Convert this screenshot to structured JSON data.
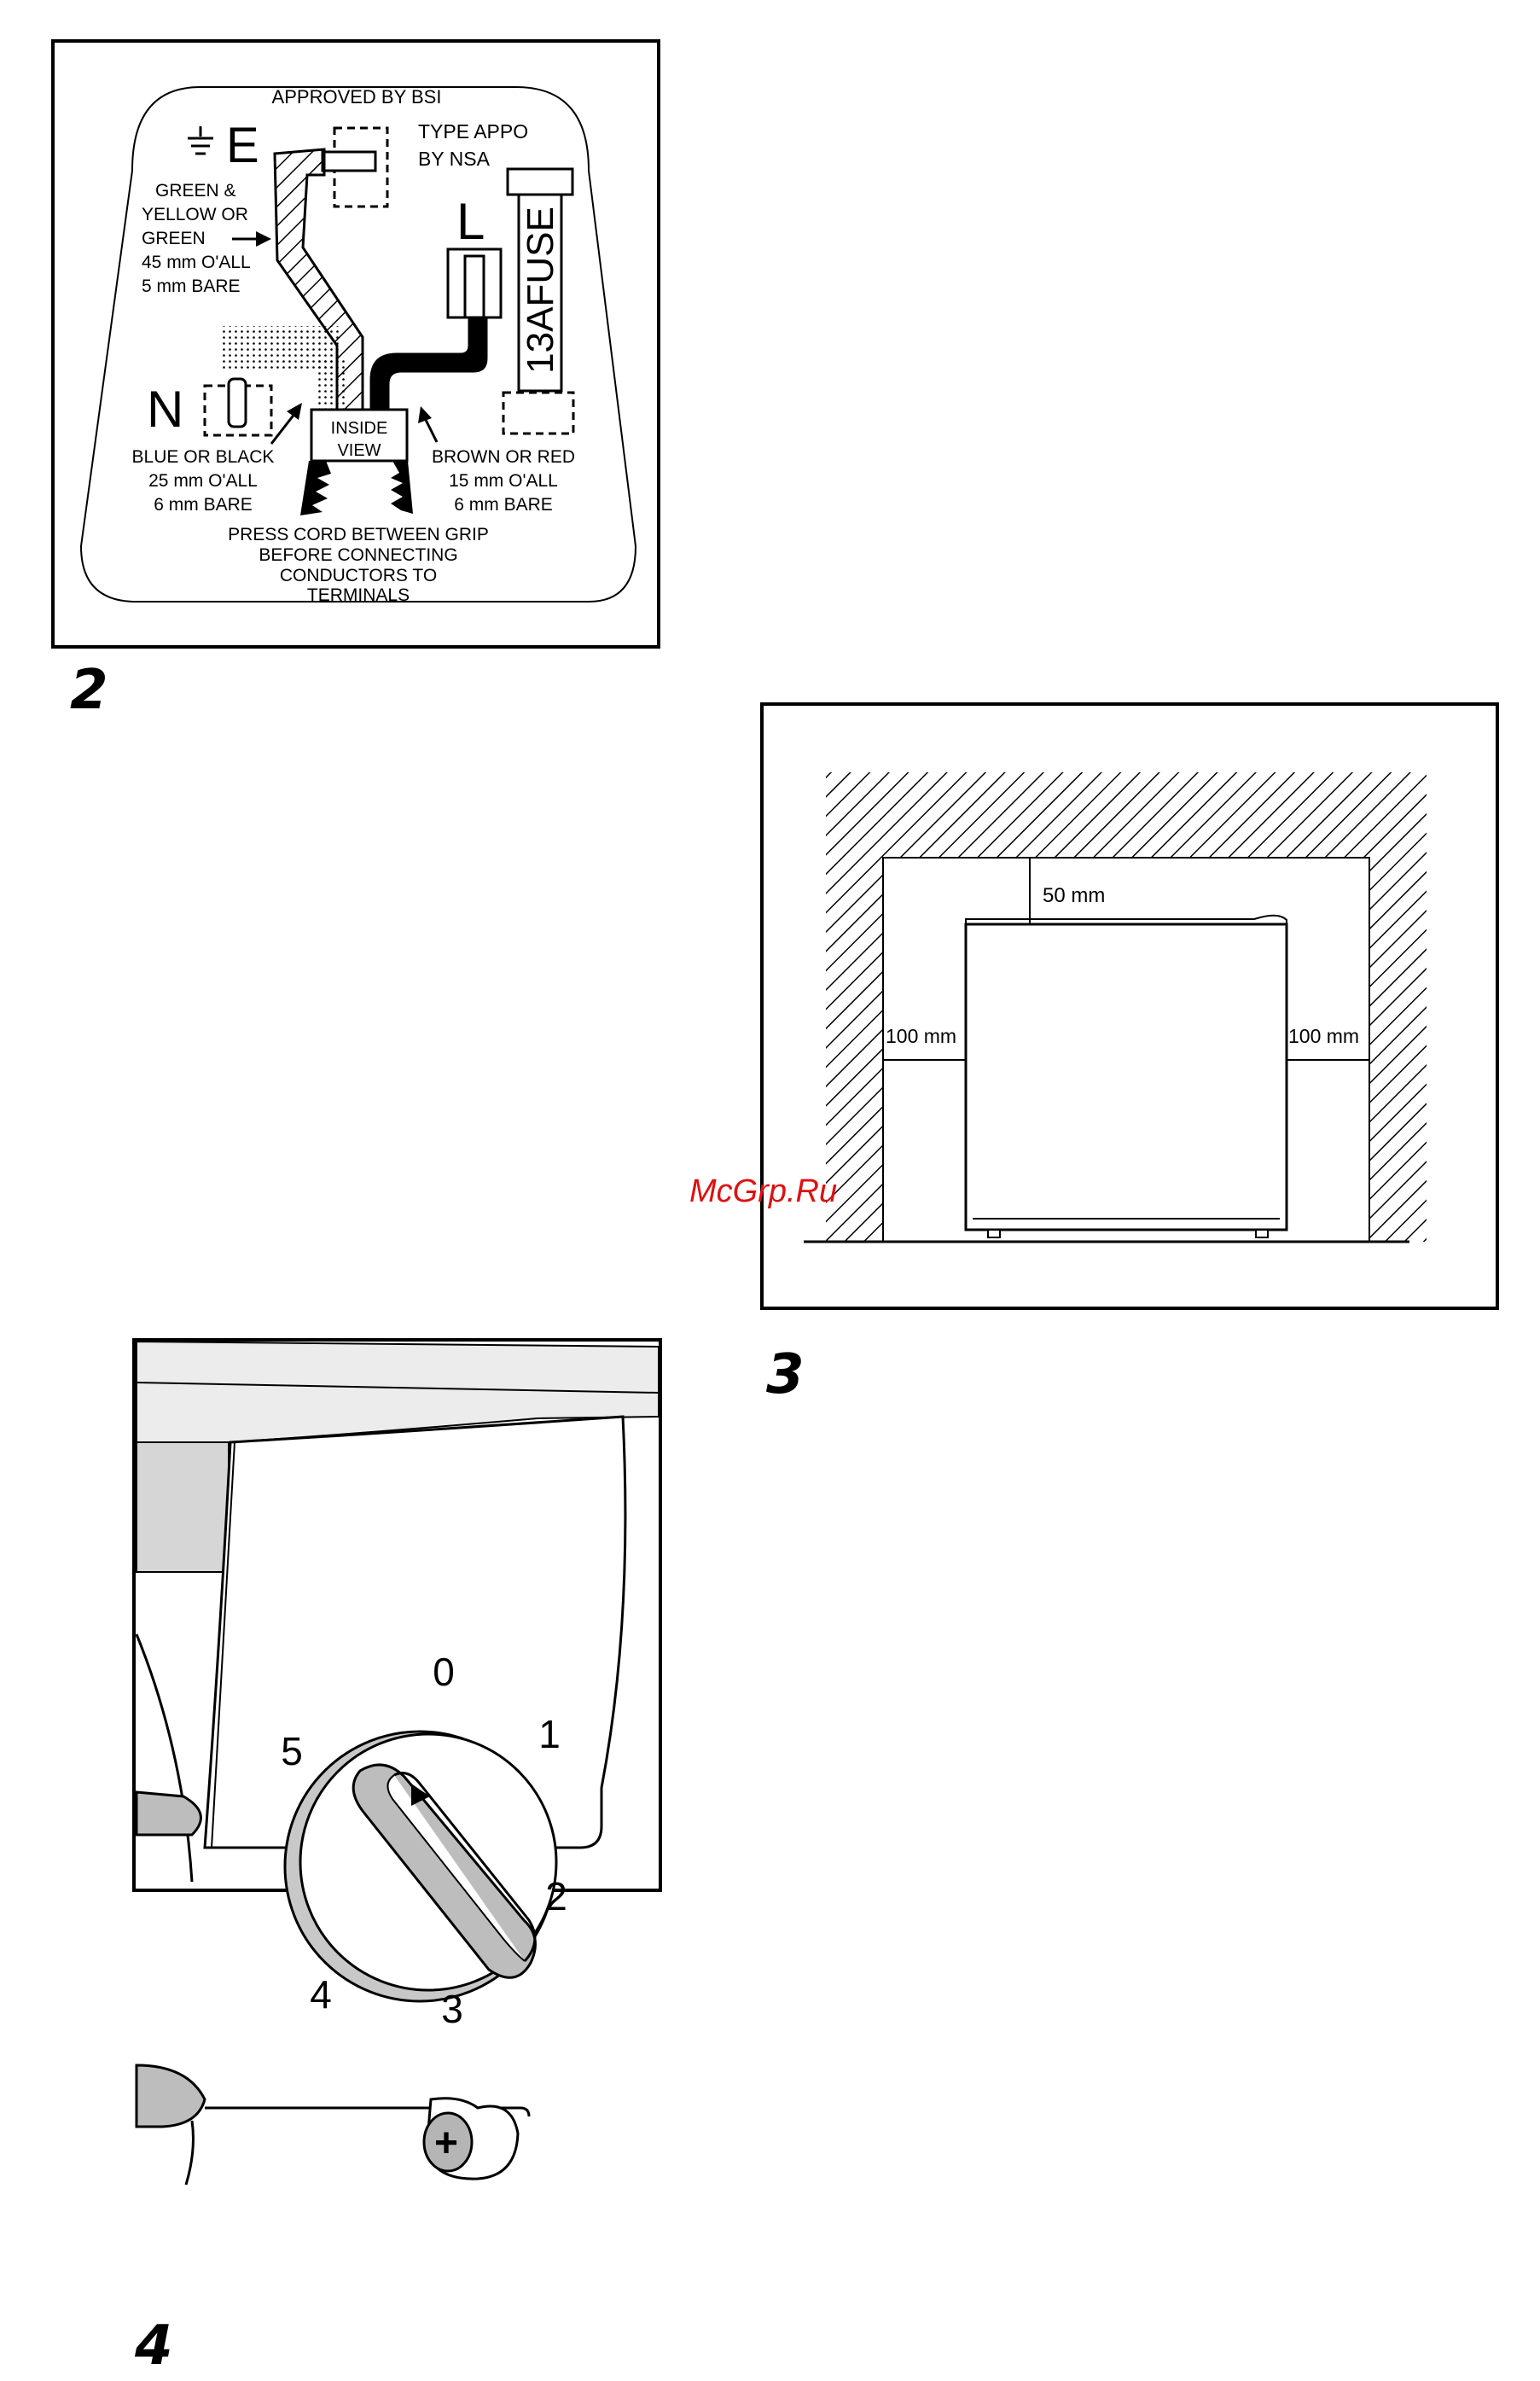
{
  "figure2": {
    "number": "2",
    "approved": "APPROVED BY BSI",
    "type_line1": "TYPE APPO",
    "type_line2": "BY NSA",
    "earth_letter": "E",
    "live_letter": "L",
    "neutral_letter": "N",
    "fuse": "13AFUSE",
    "earth_wire": [
      "GREEN &",
      "YELLOW OR",
      "GREEN",
      "45 mm O'ALL",
      "5 mm BARE"
    ],
    "inside_view": [
      "INSIDE",
      "VIEW"
    ],
    "neutral_wire": [
      "BLUE OR BLACK",
      "25 mm O'ALL",
      "6 mm BARE"
    ],
    "live_wire": [
      "BROWN OR RED",
      "15 mm O'ALL",
      "6 mm BARE"
    ],
    "instruction": [
      "PRESS CORD BETWEEN GRIP",
      "BEFORE CONNECTING",
      "CONDUCTORS TO",
      "TERMINALS"
    ]
  },
  "figure3": {
    "number": "3",
    "top_gap": "50 mm",
    "left_gap": "100 mm",
    "right_gap": "100 mm"
  },
  "figure4": {
    "number": "4",
    "dial": [
      "0",
      "1",
      "2",
      "3",
      "4",
      "5"
    ],
    "plus_symbol": "+"
  },
  "watermark": "McGrp.Ru"
}
